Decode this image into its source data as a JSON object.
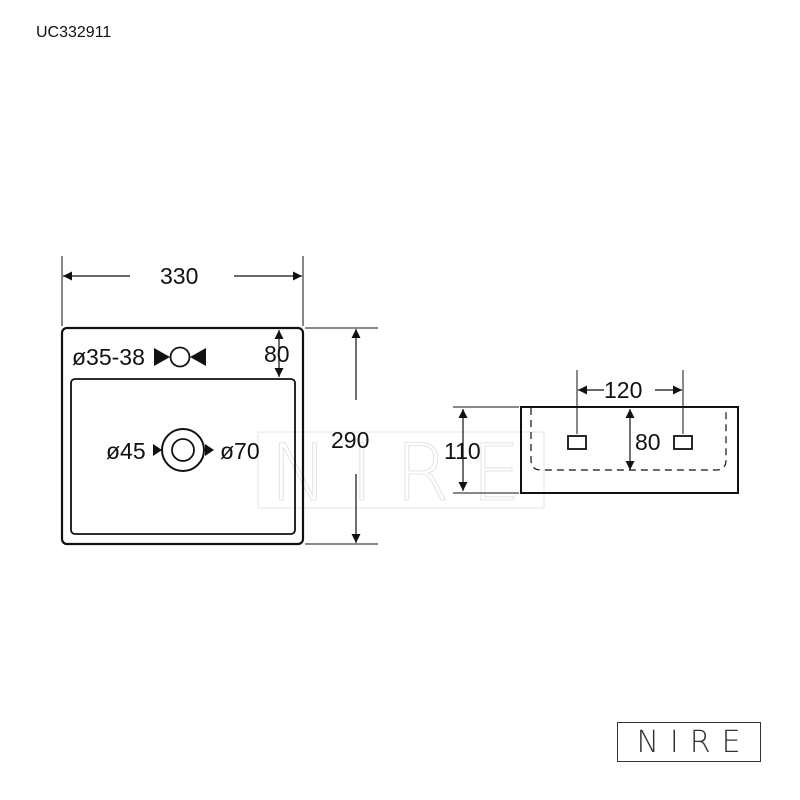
{
  "product_code": "UC332911",
  "top_view": {
    "width": "330",
    "depth": "290",
    "tap_hole": "ø35-38",
    "tap_offset": "80",
    "drain_inner": "ø45",
    "drain_outer": "ø70"
  },
  "side_view": {
    "height": "110",
    "overflow_spacing": "120",
    "overflow_height": "80"
  },
  "watermark": "NIRE",
  "brand_logo": "NIRE"
}
